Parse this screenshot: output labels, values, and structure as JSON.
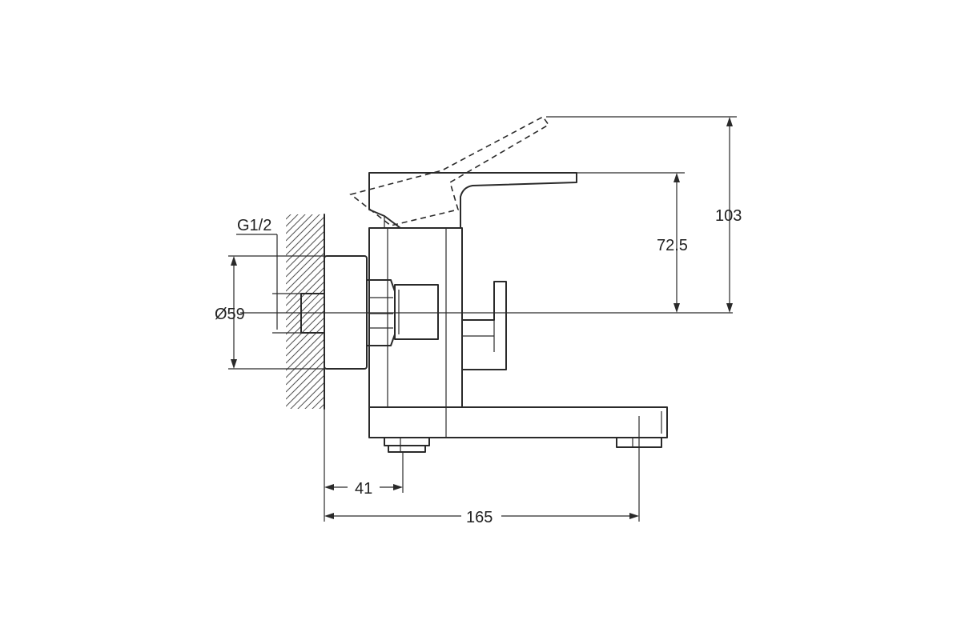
{
  "diagram": {
    "thread_label": "G1/2",
    "labels": {
      "flange_diameter": "Ø59",
      "spout_projection": "165",
      "inlet_offset": "41",
      "lever_height": "72.5",
      "lever_raised_height": "103"
    },
    "colors": {
      "line": "#2a2a2a",
      "background": "#ffffff"
    }
  }
}
